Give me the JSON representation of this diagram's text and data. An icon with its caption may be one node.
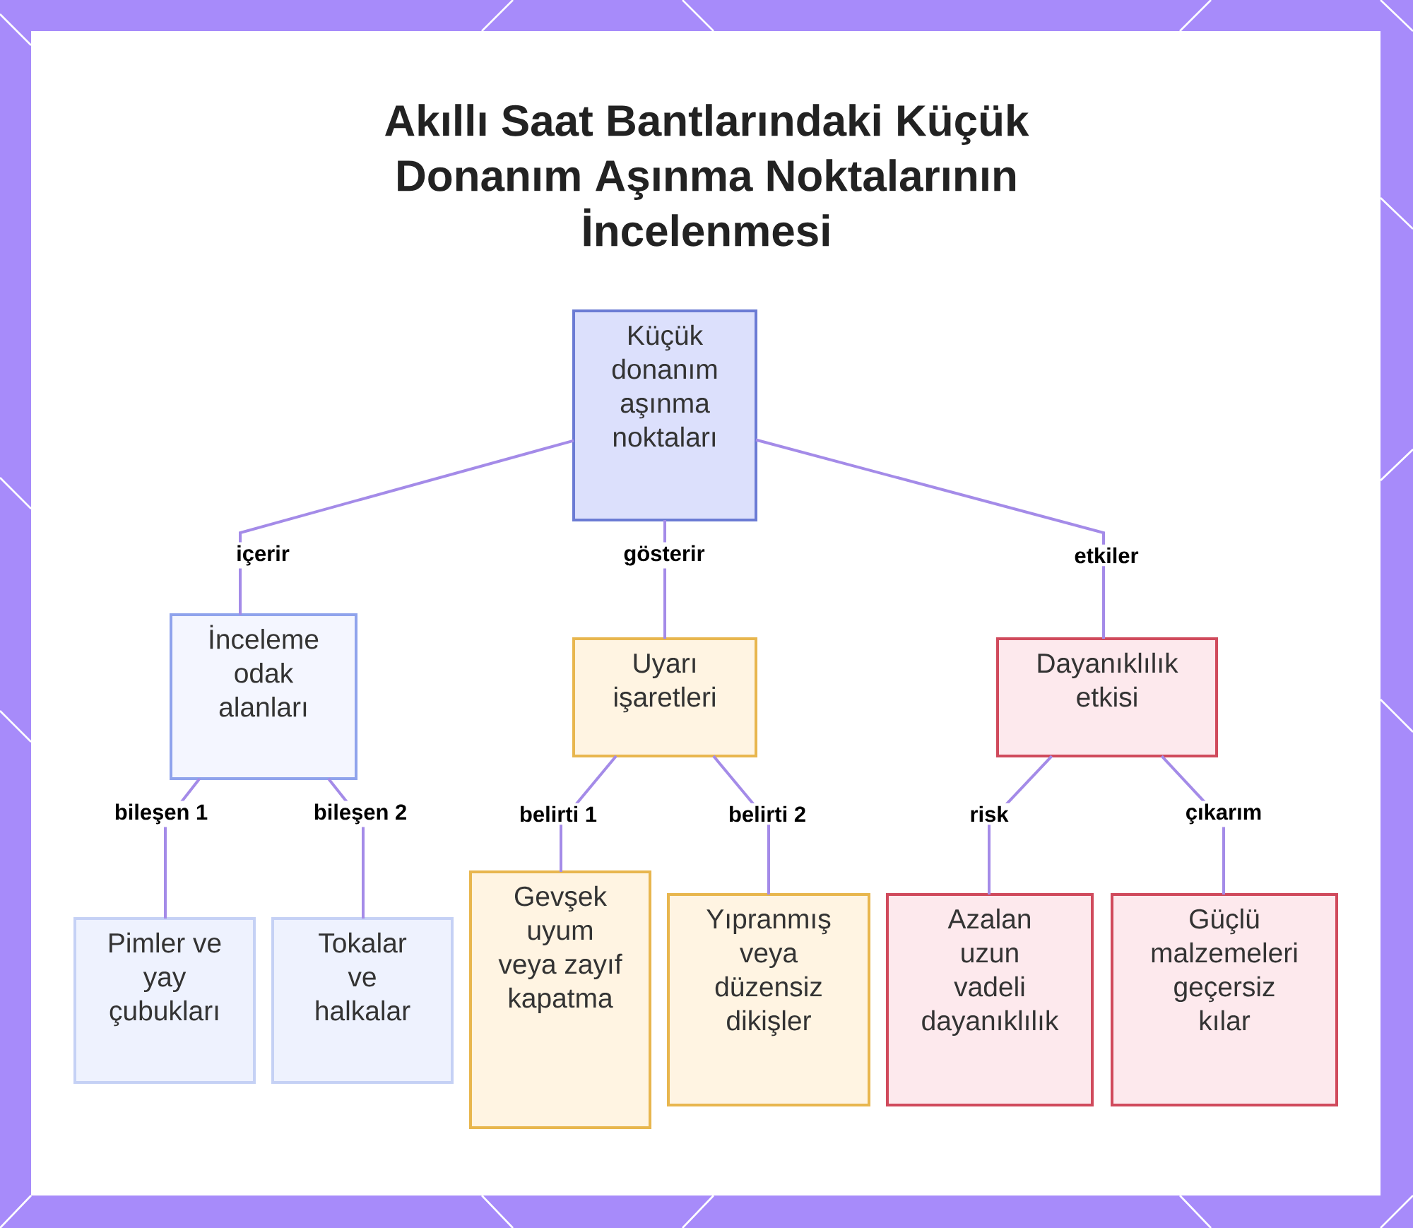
{
  "diagram": {
    "title": "Akıllı Saat Bantlarındaki Küçük Donanım Aşınma Noktalarının İncelenmesi",
    "nodes": [
      {
        "text": [
          "Küçük donanım aşınma noktaları"
        ]
      },
      {
        "text": [
          "İnceleme odak alanları"
        ]
      },
      {
        "text": [
          "Uyarı işaretleri"
        ]
      },
      {
        "text": [
          "Dayanıklılık etkisi"
        ]
      },
      {
        "text": [
          "Pimler ve yay çubukları"
        ]
      },
      {
        "text": [
          "Tokalar ve halkalar"
        ]
      },
      {
        "text": [
          "Gevşek uyum veya zayıf kapatma"
        ]
      },
      {
        "text": [
          "Yıpranmış veya düzensiz dikişler"
        ]
      },
      {
        "text": [
          "Azalan uzun vadeli dayanıklılık"
        ]
      },
      {
        "text": [
          "Güçlü malzemeleri geçersiz kılar"
        ]
      }
    ],
    "edges": [
      {
        "from": 0,
        "to": 1,
        "arrow": "none",
        "label": "içerir"
      },
      {
        "from": 0,
        "to": 2,
        "arrow": "none",
        "label": "gösterir"
      },
      {
        "from": 0,
        "to": 3,
        "arrow": "none",
        "label": "etkiler"
      },
      {
        "from": 1,
        "to": 4,
        "arrow": "none",
        "label": "bileşen 1"
      },
      {
        "from": 1,
        "to": 5,
        "arrow": "none",
        "label": "bileşen 2"
      },
      {
        "from": 2,
        "to": 6,
        "arrow": "none",
        "label": "belirti 1"
      },
      {
        "from": 2,
        "to": 7,
        "arrow": "none",
        "label": "belirti 2"
      },
      {
        "from": 3,
        "to": 8,
        "arrow": "none",
        "label": "risk"
      },
      {
        "from": 3,
        "to": 9,
        "arrow": "none",
        "label": "çıkarım"
      }
    ]
  }
}
